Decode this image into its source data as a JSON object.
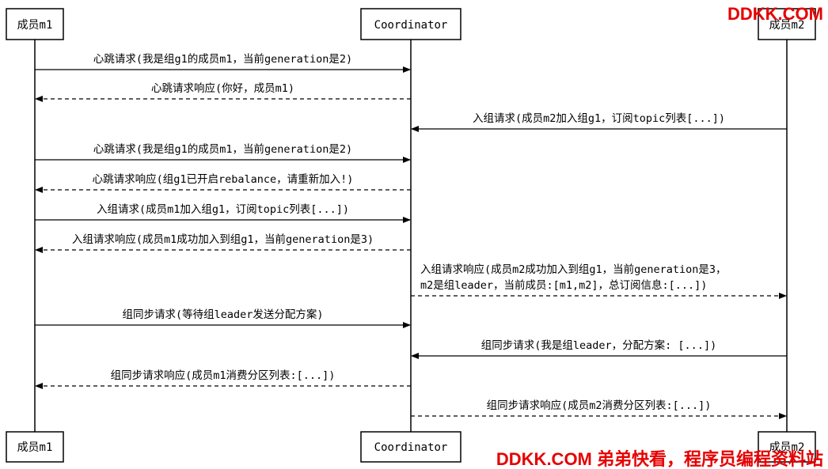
{
  "participants": [
    {
      "id": "m1",
      "label": "成员m1"
    },
    {
      "id": "coord",
      "label": "Coordinator"
    },
    {
      "id": "m2",
      "label": "成员m2"
    }
  ],
  "messages": [
    {
      "from": "m1",
      "to": "coord",
      "style": "solid",
      "lines": [
        "心跳请求(我是组g1的成员m1，当前generation是2)"
      ]
    },
    {
      "from": "coord",
      "to": "m1",
      "style": "dashed",
      "lines": [
        "心跳请求响应(你好，成员m1)"
      ]
    },
    {
      "from": "m2",
      "to": "coord",
      "style": "solid",
      "lines": [
        "入组请求(成员m2加入组g1，订阅topic列表[...])"
      ]
    },
    {
      "from": "m1",
      "to": "coord",
      "style": "solid",
      "lines": [
        "心跳请求(我是组g1的成员m1，当前generation是2)"
      ]
    },
    {
      "from": "coord",
      "to": "m1",
      "style": "dashed",
      "lines": [
        "心跳请求响应(组g1已开启rebalance，请重新加入!)"
      ]
    },
    {
      "from": "m1",
      "to": "coord",
      "style": "solid",
      "lines": [
        "入组请求(成员m1加入组g1，订阅topic列表[...])"
      ]
    },
    {
      "from": "coord",
      "to": "m1",
      "style": "dashed",
      "lines": [
        "入组请求响应(成员m1成功加入到组g1，当前generation是3)"
      ]
    },
    {
      "from": "coord",
      "to": "m2",
      "style": "dashed",
      "lines": [
        "入组请求响应(成员m2成功加入到组g1，当前generation是3，",
        "m2是组leader，当前成员:[m1,m2]，总订阅信息:[...])"
      ]
    },
    {
      "from": "m1",
      "to": "coord",
      "style": "solid",
      "lines": [
        "组同步请求(等待组leader发送分配方案)"
      ]
    },
    {
      "from": "m2",
      "to": "coord",
      "style": "solid",
      "lines": [
        "组同步请求(我是组leader，分配方案: [...])"
      ]
    },
    {
      "from": "coord",
      "to": "m1",
      "style": "dashed",
      "lines": [
        "组同步请求响应(成员m1消费分区列表:[...])"
      ]
    },
    {
      "from": "coord",
      "to": "m2",
      "style": "dashed",
      "lines": [
        "组同步请求响应(成员m2消费分区列表:[...])"
      ]
    }
  ],
  "watermarks": {
    "top": "DDKK.COM",
    "bottom": "DDKK.COM 弟弟快看，程序员编程资料站"
  },
  "colors": {
    "line": "#000000",
    "watermark": "#e60000"
  }
}
